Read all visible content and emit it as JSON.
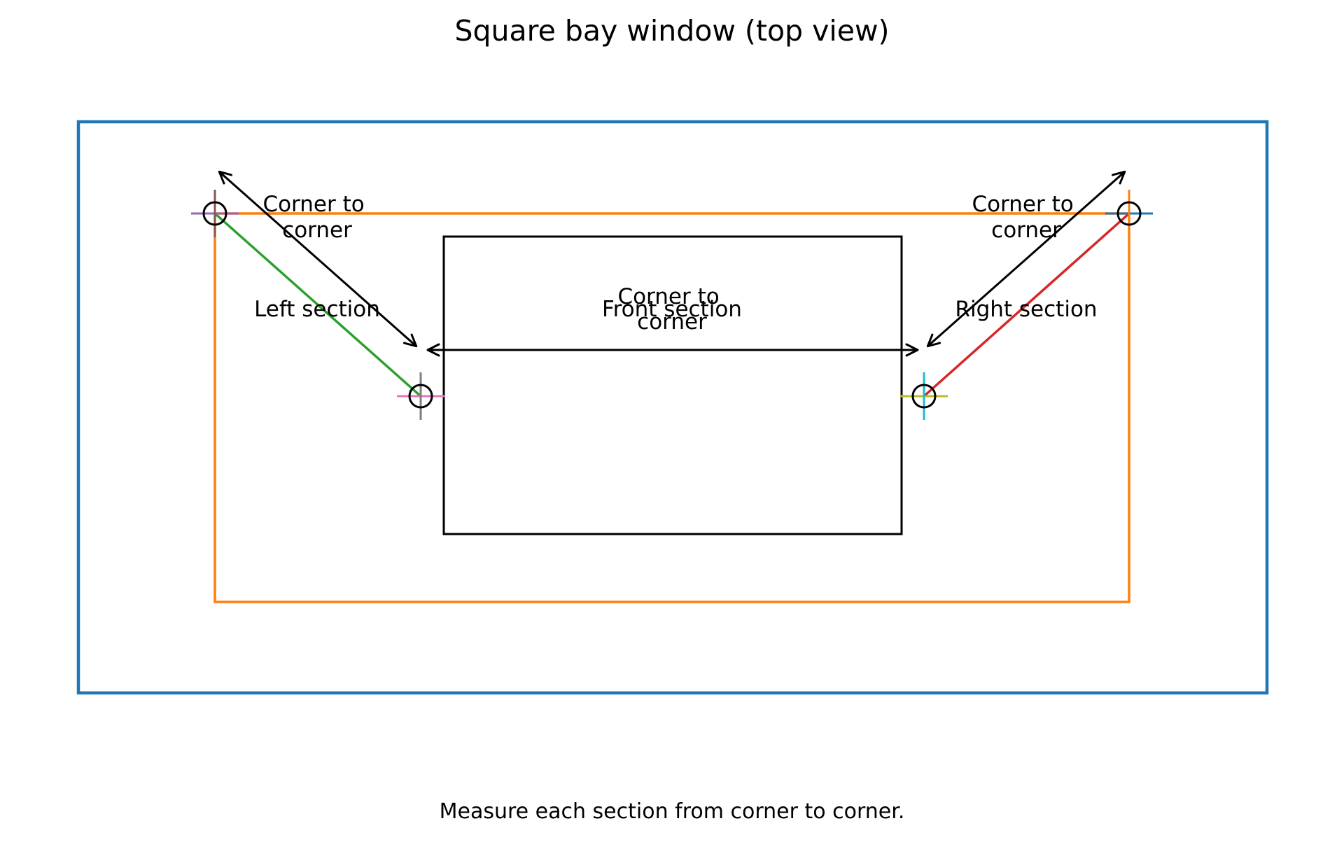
{
  "title": "Square bay window (top view)",
  "caption": "Measure each section from corner to corner.",
  "labels": {
    "corner_left": [
      "Corner to",
      "corner"
    ],
    "corner_right": [
      "Corner to",
      "corner"
    ],
    "corner_front": [
      "Corner to",
      "corner"
    ],
    "left_section": "Left section",
    "front_section": "Front section",
    "right_section": "Right section"
  },
  "colors": {
    "outer_frame": "#1f77b4",
    "bay_outline": "#ff7f0e",
    "left_section_line": "#2ca02c",
    "right_section_line": "#d62728",
    "front_box": "#000000",
    "arrows": "#000000",
    "marker_top_left": [
      "#9467bd",
      "#8c564b"
    ],
    "marker_top_right": [
      "#1f77b4",
      "#ff7f0e"
    ],
    "marker_bottom_left": [
      "#e377c2",
      "#7f7f7f"
    ],
    "marker_bottom_right": [
      "#bcbd22",
      "#17becf"
    ]
  },
  "icons": {
    "corner_marker": "crosshair-circle-icon",
    "measure_arrow": "double-headed-arrow-icon"
  }
}
